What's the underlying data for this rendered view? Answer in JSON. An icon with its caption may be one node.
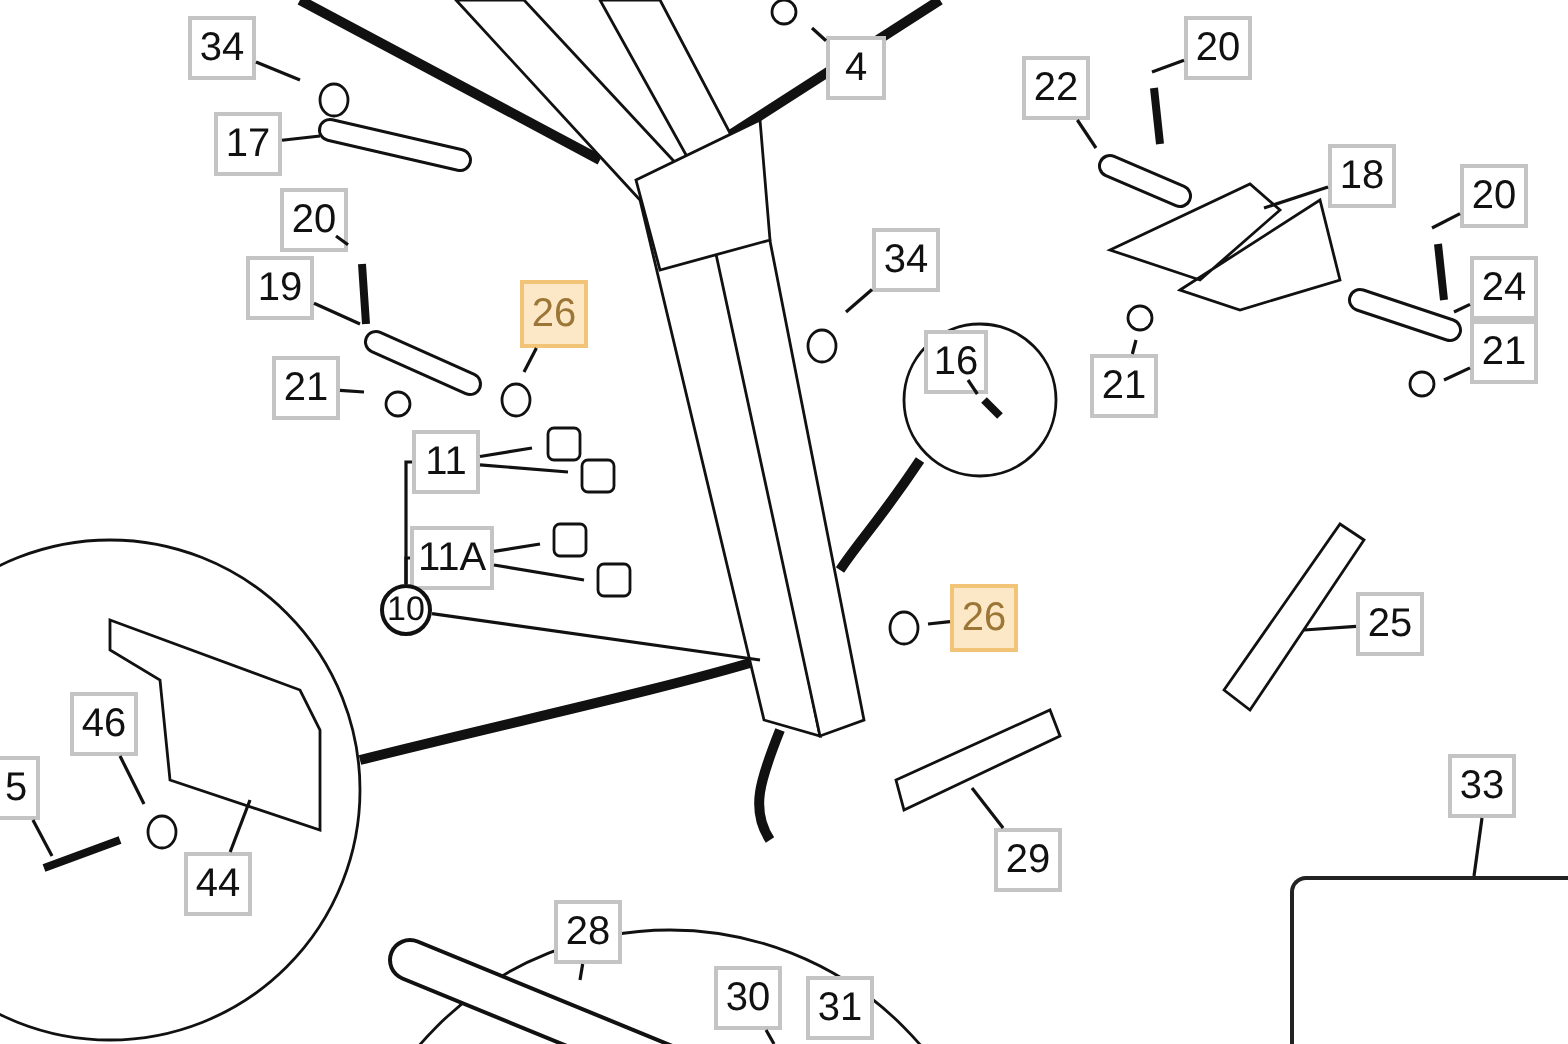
{
  "diagram": {
    "nodes": [
      {
        "text": [
          "34"
        ]
      },
      {
        "text": [
          "4"
        ]
      },
      {
        "text": [
          "20"
        ]
      },
      {
        "text": [
          "17"
        ]
      },
      {
        "text": [
          "22"
        ]
      },
      {
        "text": [
          "18"
        ]
      },
      {
        "text": [
          "20"
        ]
      },
      {
        "text": [
          "34"
        ]
      },
      {
        "text": [
          "20"
        ]
      },
      {
        "text": [
          "19"
        ]
      },
      {
        "text": [
          "26"
        ]
      },
      {
        "text": [
          "16"
        ]
      },
      {
        "text": [
          "21"
        ]
      },
      {
        "text": [
          "21"
        ]
      },
      {
        "text": [
          "24"
        ]
      },
      {
        "text": [
          "21"
        ]
      },
      {
        "text": [
          "11"
        ]
      },
      {
        "text": [
          "11A"
        ]
      },
      {
        "text": [
          "10"
        ]
      },
      {
        "text": [
          "26"
        ]
      },
      {
        "text": [
          "25"
        ]
      },
      {
        "text": [
          "46"
        ]
      },
      {
        "text": [
          "5"
        ]
      },
      {
        "text": [
          "44"
        ]
      },
      {
        "text": [
          "29"
        ]
      },
      {
        "text": [
          "33"
        ]
      },
      {
        "text": [],
        "shape": "box"
      },
      {
        "text": [
          "28"
        ]
      },
      {
        "text": [
          "30"
        ]
      },
      {
        "text": [
          "31"
        ]
      }
    ],
    "edges": [
      {
        "from": 0,
        "to": null,
        "arrow": "none"
      },
      {
        "from": 1,
        "to": null,
        "arrow": "none"
      },
      {
        "from": 2,
        "to": null,
        "arrow": "none"
      },
      {
        "from": 3,
        "to": null,
        "arrow": "none"
      },
      {
        "from": 4,
        "to": null,
        "arrow": "none"
      },
      {
        "from": 5,
        "to": null,
        "arrow": "none"
      },
      {
        "from": 6,
        "to": null,
        "arrow": "none"
      },
      {
        "from": 7,
        "to": null,
        "arrow": "none"
      },
      {
        "from": 8,
        "to": null,
        "arrow": "none"
      },
      {
        "from": 9,
        "to": null,
        "arrow": "none"
      },
      {
        "from": 10,
        "to": null,
        "arrow": "none"
      },
      {
        "from": 11,
        "to": null,
        "arrow": "none"
      },
      {
        "from": 12,
        "to": null,
        "arrow": "none"
      },
      {
        "from": 13,
        "to": null,
        "arrow": "none"
      },
      {
        "from": 14,
        "to": null,
        "arrow": "none"
      },
      {
        "from": 15,
        "to": null,
        "arrow": "none"
      },
      {
        "from": 16,
        "to": null,
        "arrow": "none"
      },
      {
        "from": 16,
        "to": null,
        "arrow": "none"
      },
      {
        "from": 17,
        "to": null,
        "arrow": "none"
      },
      {
        "from": 17,
        "to": null,
        "arrow": "none"
      },
      {
        "from": 18,
        "to": null,
        "arrow": "none"
      },
      {
        "from": 18,
        "to": 16,
        "arrow": "none"
      },
      {
        "from": 18,
        "to": 17,
        "arrow": "none"
      },
      {
        "from": 19,
        "to": null,
        "arrow": "none"
      },
      {
        "from": 20,
        "to": null,
        "arrow": "none"
      },
      {
        "from": 21,
        "to": null,
        "arrow": "none"
      },
      {
        "from": 22,
        "to": null,
        "arrow": "none"
      },
      {
        "from": 23,
        "to": null,
        "arrow": "none"
      },
      {
        "from": 24,
        "to": null,
        "arrow": "none"
      },
      {
        "from": 25,
        "to": 26,
        "arrow": "none"
      },
      {
        "from": 27,
        "to": null,
        "arrow": "none"
      },
      {
        "from": 28,
        "to": null,
        "arrow": "none"
      }
    ]
  }
}
